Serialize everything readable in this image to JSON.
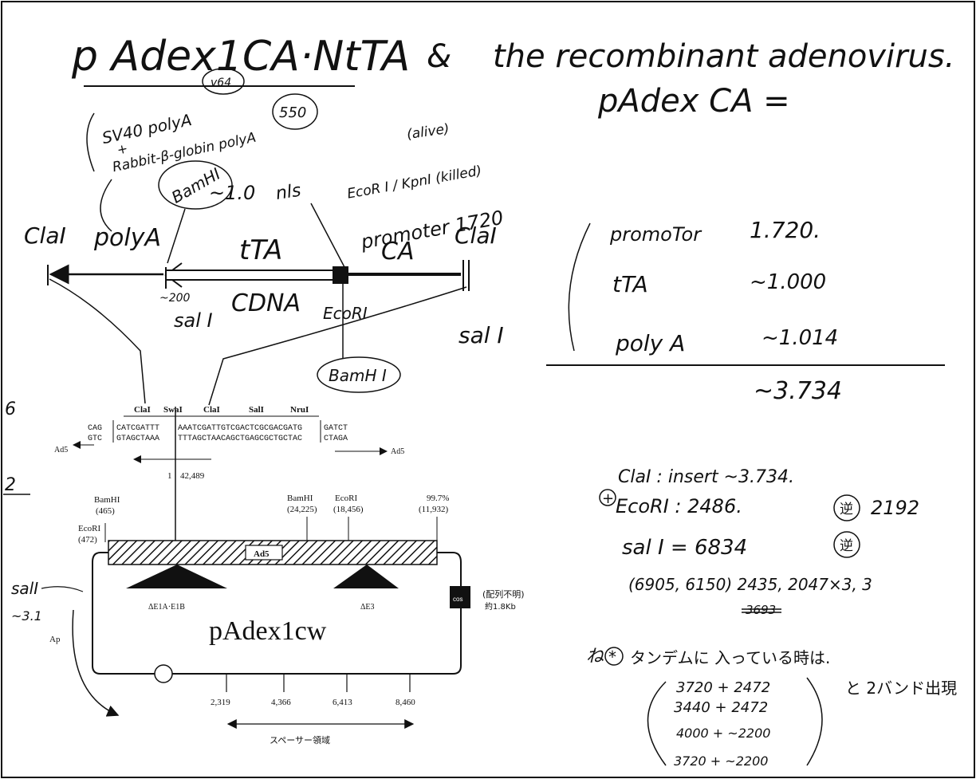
{
  "title": {
    "main": "p Adex1CA·NtTA",
    "amp": "&",
    "rest": "the recombinant adenovirus.",
    "circled_v64": "v64",
    "pAdexCA": "pAdex CA ="
  },
  "notes": {
    "sv40": "SV40 polyA",
    "plus": "+",
    "rabbit": "Rabbit-β-globin polyA",
    "n550": "550",
    "alive": "(alive)",
    "ecori_kpni": "EcoR I / KpnI (killed)",
    "bamhi_top": "BamHI",
    "approx10": "~1.0",
    "nls": "nls",
    "promoter1720": "promoter 1720",
    "clai_left": "ClaI",
    "clai_right": "ClaI",
    "polya": "polyA",
    "tta": "tTA",
    "ca": "CA",
    "n200": "~200",
    "sali_left": "sal I",
    "cdna": "CDNA",
    "ecori_mid": "EcoRI",
    "sali_right": "sal I",
    "bamhi_bottom": "BamH I"
  },
  "sizes": {
    "rows": [
      {
        "name": "promoTor",
        "value": "1.720."
      },
      {
        "name": "tTA",
        "value": "~1.000"
      },
      {
        "name": "poly A",
        "value": "~1.014"
      }
    ],
    "total": "~3.734"
  },
  "digests": {
    "clai": "ClaI : insert ~3.734.",
    "ecori_mark": "+",
    "ecori": "EcoRI : 2486.",
    "ecori_circle": "逆",
    "ecori_extra": "2192",
    "sali": "sal I = 6834",
    "sali_circle": "逆",
    "sali_list": "(6905, 6150) 2435, 2047×3, 3",
    "struck": "3693",
    "tandem_prefix": "ね",
    "tandem_star": "*",
    "tandem_text": "タンデムに 入っている時は.",
    "combos": [
      "3720 + 2472",
      "3440 + 2472",
      "4000 + ~2200",
      "3720 + ~2200"
    ],
    "two_bands": "と 2バンド出現"
  },
  "seq": {
    "index": "6",
    "sites": [
      "ClaI",
      "SwaI",
      "ClaI",
      "SalI",
      "NruI"
    ],
    "line1_left": "CAG",
    "line1_mid": "CATCGATTT",
    "line1_seq": "AAATCGATTGTCGACTCGCGACGATG",
    "line1_right": "GATCT",
    "line2_left": "GTC",
    "line2_mid": "GTAGCTAAA",
    "line2_seq": "TTTAGCTAACAGCTGAGCGCTGCTAC",
    "line2_right": "CTAGA",
    "ad5_left": "Ad5",
    "ad5_right": "Ad5",
    "pos1": "1",
    "pos2": "42,489"
  },
  "map": {
    "index": "2",
    "bamhi_l": "BamHI",
    "bamhi_l_pos": "(465)",
    "ecori_l": "EcoRI",
    "ecori_l_pos": "(472)",
    "bamhi_m": "BamHI",
    "bamhi_m_pos": "(24,225)",
    "ecori_m": "EcoRI",
    "ecori_m_pos": "(18,456)",
    "pct": "99.7%",
    "pct_pos": "(11,932)",
    "ad5_box": "Ad5",
    "e1": "ΔE1A·E1B",
    "e3": "ΔE3",
    "cos": "cos",
    "unknown": "(配列不明)",
    "approx": "約1.8Kb",
    "name": "pAdex1cw",
    "sali_note": "salI",
    "sali_note2": "~3.1",
    "amp": "Ap",
    "ticks": [
      "2,319",
      "4,366",
      "6,413",
      "8,460"
    ],
    "spacer": "スペーサー領域"
  }
}
